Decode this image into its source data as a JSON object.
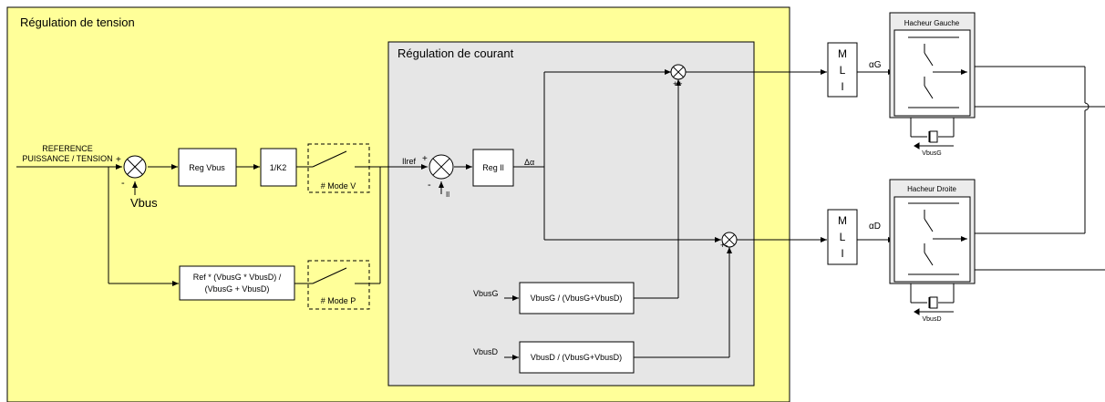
{
  "colors": {
    "outer_panel": "#ffff99",
    "inner_panel": "#e6e6e6",
    "line": "#000000",
    "block_fill": "#ffffff"
  },
  "panels": {
    "tension_title": "Régulation de tension",
    "courant_title": "Régulation de courant"
  },
  "inputs": {
    "reference_line1": "REFERENCE",
    "reference_line2": "PUISSANCE / TENSION",
    "vbus": "Vbus",
    "ilref": "Ilref",
    "il": "Il",
    "vbusg": "VbusG",
    "vbusd": "VbusD"
  },
  "blocks": {
    "reg_vbus": "Reg Vbus",
    "inv_k2": "1/K2",
    "mode_v": "# Mode V",
    "mode_p": "# Mode P",
    "ref_formula_line1": "Ref * (VbusG * VbusD)  /",
    "ref_formula_line2": "(VbusG + VbusD)",
    "reg_il": "Reg Il",
    "delta_alpha": "Δα",
    "ratio_g": "VbusG / (VbusG+VbusD)",
    "ratio_d": "VbusD /  (VbusG+VbusD)"
  },
  "mli": {
    "m": "M",
    "l": "L",
    "i": "I",
    "alpha_g": "αG",
    "alpha_d": "αD"
  },
  "hacheurs": {
    "gauche_title": "Hacheur Gauche",
    "droite_title": "Hacheur Droite",
    "vbusg_label": "VbusG",
    "vbusd_label": "VbusD"
  },
  "signs": {
    "plus": "+",
    "minus": "-",
    "plus_plus": "++",
    "plus_minus": "+-"
  }
}
